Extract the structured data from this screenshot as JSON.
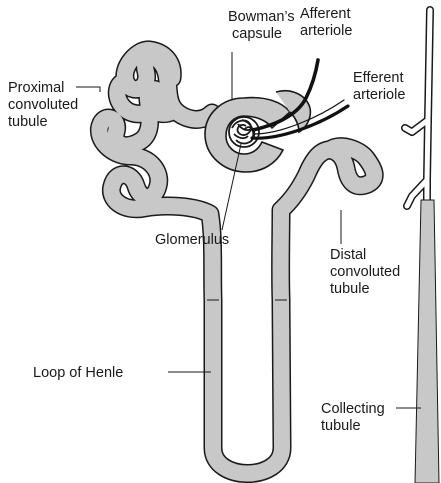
{
  "labels": {
    "bowmans_capsule": [
      "Bowman’s",
      "capsule"
    ],
    "afferent_arteriole": [
      "Afferent",
      "arteriole"
    ],
    "efferent_arteriole": [
      "Efferent",
      "arteriole"
    ],
    "proximal_tubule": [
      "Proximal",
      "convoluted",
      "tubule"
    ],
    "glomerulus": "Glomerulus",
    "distal_tubule": [
      "Distal",
      "convoluted",
      "tubule"
    ],
    "loop_of_henle": "Loop of Henle",
    "collecting_tubule": [
      "Collecting",
      "tubule"
    ]
  },
  "colors": {
    "tubule_fill": "#c8c8c8",
    "outline": "#1a1a1a",
    "vessel": "#111111"
  }
}
